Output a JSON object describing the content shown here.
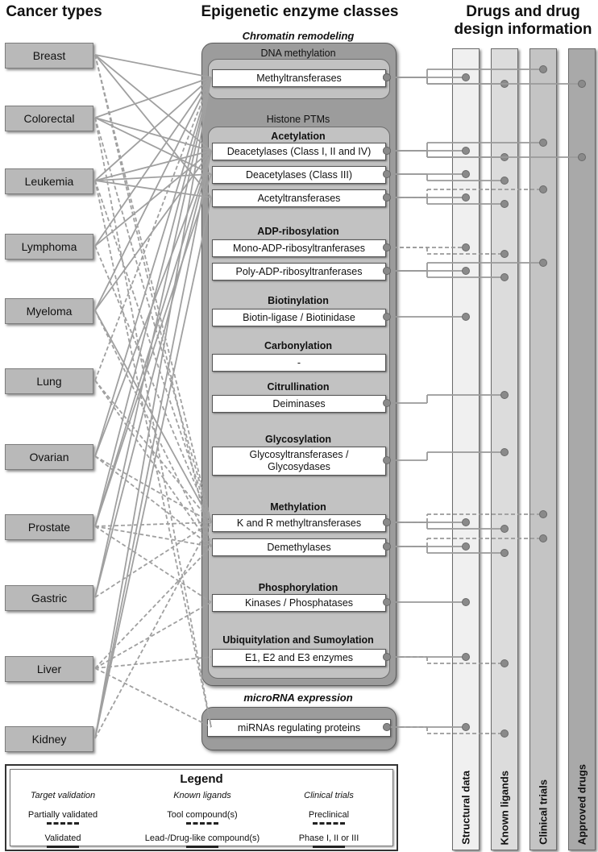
{
  "headers": {
    "cancer": "Cancer types",
    "enzymes": "Epigenetic enzyme classes",
    "drugs_line1": "Drugs and drug",
    "drugs_line2": "design information"
  },
  "cancer_types": [
    "Breast",
    "Colorectal",
    "Leukemia",
    "Lymphoma",
    "Myeloma",
    "Lung",
    "Ovarian",
    "Prostate",
    "Gastric",
    "Liver",
    "Kidney"
  ],
  "chromatin": {
    "title": "Chromatin remodeling",
    "dna_methylation": "DNA methylation",
    "histone_ptms": "Histone PTMs"
  },
  "groups": {
    "acetylation": "Acetylation",
    "adp": "ADP-ribosylation",
    "biotinylation": "Biotinylation",
    "carbonylation": "Carbonylation",
    "citrullination": "Citrullination",
    "glycosylation": "Glycosylation",
    "methylation": "Methylation",
    "phosphorylation": "Phosphorylation",
    "ubiquitylation": "Ubiquitylation and Sumoylation"
  },
  "enzymes": {
    "methyltransferases": "Methyltransferases",
    "deacetylases_1": "Deacetylases (Class I, II and IV)",
    "deacetylases_3": "Deacetylases (Class III)",
    "acetyltransferases": "Acetyltransferases",
    "mono_adp": "Mono-ADP-ribosyltranferases",
    "poly_adp": "Poly-ADP-ribosyltranferases",
    "biotin": "Biotin-ligase / Biotinidase",
    "carbonylation": "-",
    "deiminases": "Deiminases",
    "glyco_1": "Glycosyltransferases /",
    "glyco_2": "Glycosydases",
    "k_r_methyl": "K and R methyltransferases",
    "demethylases": "Demethylases",
    "kinases": "Kinases / Phosphatases",
    "e1e2e3": "E1, E2 and E3 enzymes",
    "mirna": "miRNAs regulating proteins"
  },
  "mirna_panel": {
    "title": "microRNA expression"
  },
  "columns": [
    "Structural data",
    "Known ligands",
    "Clinical trials",
    "Approved drugs"
  ],
  "legend": {
    "title": "Legend",
    "target_validation": "Target validation",
    "partially_validated": "Partially validated",
    "validated": "Validated",
    "known_ligands": "Known ligands",
    "tool_compounds": "Tool compound(s)",
    "lead_compounds": "Lead-/Drug-like compound(s)",
    "clinical_trials": "Clinical trials",
    "preclinical": "Preclinical",
    "phase": "Phase I, II or III"
  }
}
